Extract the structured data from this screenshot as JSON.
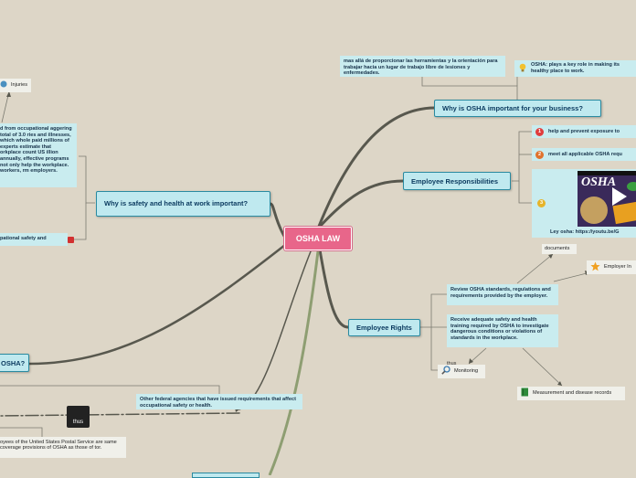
{
  "central": "OSHA LAW",
  "branches": {
    "important": "Why is OSHA important for your business?",
    "responsibilities": "Employee Responsibilities",
    "rights": "Employee Rights",
    "why_safety": "Why is safety and health at work important?",
    "osha_left": "OSHA?"
  },
  "important_children": {
    "spanish": "mas allá de proporcionar las herramientas y la orientación para trabajar hacia un lugar de trabajo libre de lesiones y enfermedades.",
    "key_role": "OSHA: plays a key role in making its healthy place to work."
  },
  "responsibilities_children": {
    "item1": "help and prevent exposure to",
    "item2": "meet all applicable OSHA requ",
    "item3_caption": "Ley osha: https://youtu.be/G",
    "badge1": "1",
    "badge2": "2",
    "badge3": "3",
    "video_title": "OSHA"
  },
  "rights_children": {
    "documents": "documents",
    "employer": "Employer In",
    "review": "Review OSHA standards, regulations and requirements provided by the employer.",
    "receive": "Receive adequate safety and health training required by OSHA to investigate dangerous conditions or violations of standards in the workplace.",
    "thus_small": "thus",
    "monitoring": "Monitoring",
    "measurement": "Measurement and disease records"
  },
  "left_children": {
    "injuries": "Injuries",
    "paragraph": "d from occupational aggering total of 3.0 ries and illnesses, which whole paid millions of experts estimate that orkplace count US illion annually, effective programs not only help the workplace. workers, rm employers.",
    "pational": "pational safety and",
    "federal": "Other federal agencies that have issued requirements that affect occupational safety or health.",
    "thus": "thus",
    "postal": "oyees of the United States Postal Service are same coverage provisions of OSHA as those of tor."
  },
  "colors": {
    "background": "#ddd6c7",
    "central": "#e8668a",
    "topic_fill": "#bfe9ef",
    "branch_line": "#5a5a50",
    "green_branch": "#8e9e72"
  }
}
